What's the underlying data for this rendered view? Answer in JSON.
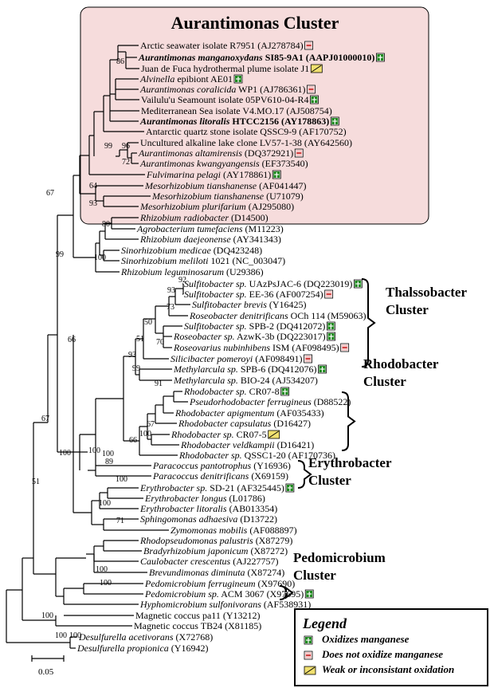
{
  "title": "Aurantimonas Cluster",
  "scale_label": "0.05",
  "colors": {
    "cluster_bg": "#f6dcdc",
    "plus": "#1f8a1f",
    "minus": "#c81e1e",
    "weak": "#f0e070"
  },
  "legend": {
    "title": "Legend",
    "items": [
      {
        "icon": "plus",
        "label": "Oxidizes manganese"
      },
      {
        "icon": "minus",
        "label": "Does not oxidize manganese"
      },
      {
        "icon": "weak",
        "label": "Weak or inconsistant oxidation"
      }
    ]
  },
  "clusters": [
    {
      "line1": "Thalssobacter",
      "line2": "Cluster"
    },
    {
      "line1": "Rhodobacter",
      "line2": "Cluster"
    },
    {
      "line1": "Erythrobacter",
      "line2": "Cluster"
    },
    {
      "line1": "Pedomicrobium",
      "line2": "Cluster"
    }
  ],
  "leaves": [
    {
      "parts": [
        [
          "Arctic seawater isolate R7951 (AJ278784)",
          ""
        ]
      ],
      "icon": "minus"
    },
    {
      "parts": [
        [
          "Aurantimonas manganoxydans",
          "bi"
        ],
        [
          " SI85-9A1 (AAPJ01000010)",
          "b"
        ]
      ],
      "icon": "plus"
    },
    {
      "parts": [
        [
          "Juan de Fuca hydrothermal plume isolate J1",
          ""
        ]
      ],
      "icon": "weak"
    },
    {
      "parts": [
        [
          "Alvinella",
          "i"
        ],
        [
          " epibiont AE01",
          ""
        ]
      ],
      "icon": "plus"
    },
    {
      "parts": [
        [
          "Aurantimonas coralicida",
          "i"
        ],
        [
          " WP1 (AJ786361)",
          ""
        ]
      ],
      "icon": "minus"
    },
    {
      "parts": [
        [
          "Vailulu'u Seamount isolate 05PV610-04-R4",
          ""
        ]
      ],
      "icon": "plus"
    },
    {
      "parts": [
        [
          "Mediterranean Sea isolate V4.MO.17 (AJ508754)",
          ""
        ]
      ],
      "icon": ""
    },
    {
      "parts": [
        [
          "Aurantimonas litoralis",
          "bi"
        ],
        [
          " HTCC2156 (AY178863)",
          "b"
        ]
      ],
      "icon": "plus"
    },
    {
      "parts": [
        [
          "Antarctic quartz stone isolate QSSC9-9 (AF170752)",
          ""
        ]
      ],
      "icon": ""
    },
    {
      "parts": [
        [
          "Uncultured alkaline lake clone LV57-1-38 (AY642560)",
          ""
        ]
      ],
      "icon": ""
    },
    {
      "parts": [
        [
          "Aurantimonas altamirensis",
          "i"
        ],
        [
          " (DQ372921)",
          ""
        ]
      ],
      "icon": "minus"
    },
    {
      "parts": [
        [
          "Aurantimonas kwangyangensis",
          "i"
        ],
        [
          " (EF373540)",
          ""
        ]
      ],
      "icon": ""
    },
    {
      "parts": [
        [
          "Fulvimarina pelagi",
          "i"
        ],
        [
          " (AY178861)",
          ""
        ]
      ],
      "icon": "plus"
    },
    {
      "parts": [
        [
          "Mesorhizobium tianshanense",
          "i"
        ],
        [
          " (AF041447)",
          ""
        ]
      ],
      "icon": ""
    },
    {
      "parts": [
        [
          "Mesorhizobium tianshanense",
          "i"
        ],
        [
          " (U71079)",
          ""
        ]
      ],
      "icon": ""
    },
    {
      "parts": [
        [
          "Mesorhizobium plurifarium",
          "i"
        ],
        [
          " (AJ295080)",
          ""
        ]
      ],
      "icon": ""
    },
    {
      "parts": [
        [
          "Rhizobium radiobacter",
          "i"
        ],
        [
          " (D14500)",
          ""
        ]
      ],
      "icon": ""
    },
    {
      "parts": [
        [
          "Agrobacterium tumefaciens",
          "i"
        ],
        [
          " (M11223)",
          ""
        ]
      ],
      "icon": ""
    },
    {
      "parts": [
        [
          "Rhizobium daejeonense",
          "i"
        ],
        [
          " (AY341343)",
          ""
        ]
      ],
      "icon": ""
    },
    {
      "parts": [
        [
          "Sinorhizobium medicae",
          "i"
        ],
        [
          " (DQ423248)",
          ""
        ]
      ],
      "icon": ""
    },
    {
      "parts": [
        [
          "Sinorhizobium meliloti",
          "i"
        ],
        [
          " 1021 (NC_003047)",
          ""
        ]
      ],
      "icon": ""
    },
    {
      "parts": [
        [
          "Rhizobium leguminosarum",
          "i"
        ],
        [
          " (U29386)",
          ""
        ]
      ],
      "icon": ""
    },
    {
      "parts": [
        [
          "Sulfitobacter sp.",
          "i"
        ],
        [
          " UAzPsJAC-6 (DQ223019)",
          ""
        ]
      ],
      "icon": "plus"
    },
    {
      "parts": [
        [
          "Sulfitobacter sp.",
          "i"
        ],
        [
          " EE-36 (AF007254)",
          ""
        ]
      ],
      "icon": "minus"
    },
    {
      "parts": [
        [
          "Sulfitobacter brevis",
          "i"
        ],
        [
          " (Y16425)",
          ""
        ]
      ],
      "icon": ""
    },
    {
      "parts": [
        [
          "Roseobacter denitrificans",
          "i"
        ],
        [
          " OCh 114 (M59063)",
          ""
        ]
      ],
      "icon": ""
    },
    {
      "parts": [
        [
          "Sulfitobacter sp.",
          "i"
        ],
        [
          " SPB-2 (DQ412072)",
          ""
        ]
      ],
      "icon": "plus"
    },
    {
      "parts": [
        [
          "Roseobacter sp.",
          "i"
        ],
        [
          " AzwK-3b (DQ223017)",
          ""
        ]
      ],
      "icon": "plus"
    },
    {
      "parts": [
        [
          "Roseovarius nubinhibens",
          "i"
        ],
        [
          " ISM (AF098495)",
          ""
        ]
      ],
      "icon": "minus"
    },
    {
      "parts": [
        [
          "Silicibacter pomeroyi",
          "i"
        ],
        [
          " (AF098491)",
          ""
        ]
      ],
      "icon": "minus"
    },
    {
      "parts": [
        [
          "Methylarcula sp.",
          "i"
        ],
        [
          " SPB-6 (DQ412076)",
          ""
        ]
      ],
      "icon": "plus"
    },
    {
      "parts": [
        [
          "Methylarcula sp.",
          "i"
        ],
        [
          " BIO-24 (AJ534207)",
          ""
        ]
      ],
      "icon": ""
    },
    {
      "parts": [
        [
          "Rhodobacter sp.",
          "i"
        ],
        [
          " CR07-8",
          ""
        ]
      ],
      "icon": "plus"
    },
    {
      "parts": [
        [
          "Pseudorhodobacter ferrugineus",
          "i"
        ],
        [
          " (D88522)",
          ""
        ]
      ],
      "icon": ""
    },
    {
      "parts": [
        [
          "Rhodobacter apigmentum",
          "i"
        ],
        [
          " (AF035433)",
          ""
        ]
      ],
      "icon": ""
    },
    {
      "parts": [
        [
          "Rhodobacter capsulatus",
          "i"
        ],
        [
          " (D16427)",
          ""
        ]
      ],
      "icon": ""
    },
    {
      "parts": [
        [
          "Rhodobacter sp.",
          "i"
        ],
        [
          " CR07-5",
          ""
        ]
      ],
      "icon": "weak"
    },
    {
      "parts": [
        [
          "Rhodobacter veldkampii",
          "i"
        ],
        [
          " (D16421)",
          ""
        ]
      ],
      "icon": ""
    },
    {
      "parts": [
        [
          "Rhodobacter sp.",
          "i"
        ],
        [
          " QSSC1-20 (AF170736)",
          ""
        ]
      ],
      "icon": ""
    },
    {
      "parts": [
        [
          "Paracoccus pantotrophus",
          "i"
        ],
        [
          " (Y16936)",
          ""
        ]
      ],
      "icon": ""
    },
    {
      "parts": [
        [
          "Paracoccus denitrificans",
          "i"
        ],
        [
          " (X69159)",
          ""
        ]
      ],
      "icon": ""
    },
    {
      "parts": [
        [
          "Erythrobacter sp.",
          "i"
        ],
        [
          " SD-21 (AF325445)",
          ""
        ]
      ],
      "icon": "plus"
    },
    {
      "parts": [
        [
          "Erythrobacter longus",
          "i"
        ],
        [
          " (L01786)",
          ""
        ]
      ],
      "icon": ""
    },
    {
      "parts": [
        [
          "Erythrobacter litoralis",
          "i"
        ],
        [
          " (AB013354)",
          ""
        ]
      ],
      "icon": ""
    },
    {
      "parts": [
        [
          "Sphingomonas adhaesiva",
          "i"
        ],
        [
          " (D13722)",
          ""
        ]
      ],
      "icon": ""
    },
    {
      "parts": [
        [
          "Zymomonas mobilis",
          "i"
        ],
        [
          " (AF088897)",
          ""
        ]
      ],
      "icon": ""
    },
    {
      "parts": [
        [
          "Rhodopseudomonas palustris",
          "i"
        ],
        [
          " (X87279)",
          ""
        ]
      ],
      "icon": ""
    },
    {
      "parts": [
        [
          "Bradyrhizobium japonicum",
          "i"
        ],
        [
          " (X87272)",
          ""
        ]
      ],
      "icon": ""
    },
    {
      "parts": [
        [
          "Caulobacter crescentus",
          "i"
        ],
        [
          " (AJ227757)",
          ""
        ]
      ],
      "icon": ""
    },
    {
      "parts": [
        [
          "Brevundimonas diminuta",
          "i"
        ],
        [
          " (X87274)",
          ""
        ]
      ],
      "icon": ""
    },
    {
      "parts": [
        [
          "Pedomicrobium ferrugineum",
          "i"
        ],
        [
          " (X97690)",
          ""
        ]
      ],
      "icon": ""
    },
    {
      "parts": [
        [
          "Pedomicrobium sp.",
          "i"
        ],
        [
          " ACM 3067 (X97695)",
          ""
        ]
      ],
      "icon": "plus"
    },
    {
      "parts": [
        [
          "Hyphomicrobium sulfonivorans",
          "i"
        ],
        [
          " (AF538931)",
          ""
        ]
      ],
      "icon": ""
    },
    {
      "parts": [
        [
          "Magnetic coccus pa11 (Y13212)",
          ""
        ]
      ],
      "icon": ""
    },
    {
      "parts": [
        [
          "Magnetic coccus TB24 (X81185)",
          ""
        ]
      ],
      "icon": ""
    },
    {
      "parts": [
        [
          "Desulfurella acetivorans",
          "i"
        ],
        [
          " (X72768)",
          ""
        ]
      ],
      "icon": ""
    },
    {
      "parts": [
        [
          "Desulfurella propionica",
          "i"
        ],
        [
          " (Y16942)",
          ""
        ]
      ],
      "icon": ""
    }
  ],
  "bootstraps": [
    "86",
    "99",
    "96",
    "72",
    "67",
    "64",
    "93",
    "99",
    "80",
    "100",
    "92",
    "93",
    "73",
    "50",
    "70",
    "51",
    "93",
    "99",
    "91",
    "67",
    "66",
    "100",
    "100",
    "89",
    "100",
    "71",
    "100",
    "100",
    "100",
    "51",
    "67",
    "66",
    "100",
    "100",
    "100",
    "100",
    "100"
  ]
}
